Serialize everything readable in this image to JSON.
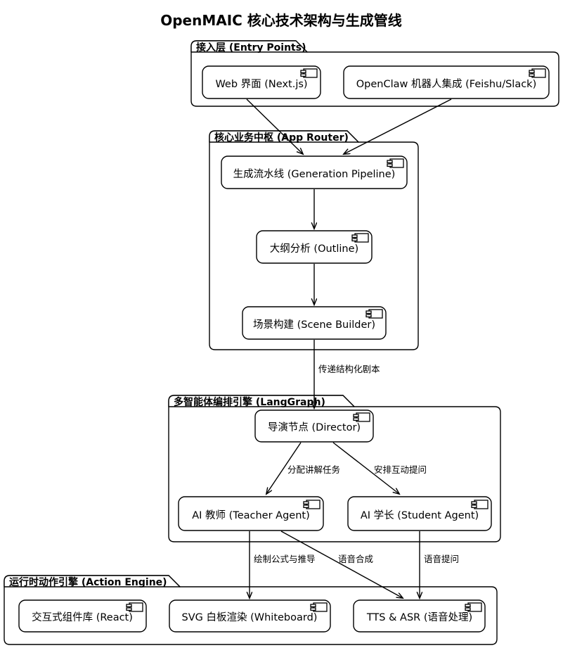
{
  "title": "OpenMAIC 核心技术架构与生成管线",
  "diagram": {
    "type": "uml-component-diagram",
    "background": "#ffffff",
    "line_color": "#000000"
  },
  "packages": [
    {
      "id": "entry",
      "label": "接入层 (Entry Points)",
      "components": [
        {
          "id": "web",
          "label": "Web 界面 (Next.js)",
          "icon": "uml-component-icon"
        },
        {
          "id": "openclaw",
          "label": "OpenClaw 机器人集成 (Feishu/Slack)",
          "icon": "uml-component-icon"
        }
      ]
    },
    {
      "id": "router",
      "label": "核心业务中枢 (App Router)",
      "components": [
        {
          "id": "pipeline",
          "label": "生成流水线 (Generation Pipeline)",
          "icon": "uml-component-icon"
        },
        {
          "id": "outline",
          "label": "大纲分析 (Outline)",
          "icon": "uml-component-icon"
        },
        {
          "id": "scene",
          "label": "场景构建 (Scene Builder)",
          "icon": "uml-component-icon"
        }
      ]
    },
    {
      "id": "langgraph",
      "label": "多智能体编排引擎 (LangGraph)",
      "components": [
        {
          "id": "director",
          "label": "导演节点 (Director)",
          "icon": "uml-component-icon"
        },
        {
          "id": "teacher",
          "label": "AI 教师 (Teacher Agent)",
          "icon": "uml-component-icon"
        },
        {
          "id": "student",
          "label": "AI 学长 (Student Agent)",
          "icon": "uml-component-icon"
        }
      ]
    },
    {
      "id": "action",
      "label": "运行时动作引擎 (Action Engine)",
      "components": [
        {
          "id": "react",
          "label": "交互式组件库 (React)",
          "icon": "uml-component-icon"
        },
        {
          "id": "whiteboard",
          "label": "SVG 白板渲染 (Whiteboard)",
          "icon": "uml-component-icon"
        },
        {
          "id": "ttsasr",
          "label": "TTS & ASR (语音处理)",
          "icon": "uml-component-icon"
        }
      ]
    }
  ],
  "edges": [
    {
      "id": "e1",
      "from": "web",
      "to": "pipeline",
      "label": ""
    },
    {
      "id": "e2",
      "from": "openclaw",
      "to": "pipeline",
      "label": ""
    },
    {
      "id": "e3",
      "from": "pipeline",
      "to": "outline",
      "label": ""
    },
    {
      "id": "e4",
      "from": "outline",
      "to": "scene",
      "label": ""
    },
    {
      "id": "e5",
      "from": "scene",
      "to": "director",
      "label": "传递结构化剧本"
    },
    {
      "id": "e6",
      "from": "director",
      "to": "teacher",
      "label": "分配讲解任务"
    },
    {
      "id": "e7",
      "from": "director",
      "to": "student",
      "label": "安排互动提问"
    },
    {
      "id": "e8",
      "from": "teacher",
      "to": "whiteboard",
      "label": "绘制公式与推导"
    },
    {
      "id": "e9",
      "from": "teacher",
      "to": "ttsasr",
      "label": "语音合成"
    },
    {
      "id": "e10",
      "from": "student",
      "to": "ttsasr",
      "label": "语音提问"
    }
  ]
}
